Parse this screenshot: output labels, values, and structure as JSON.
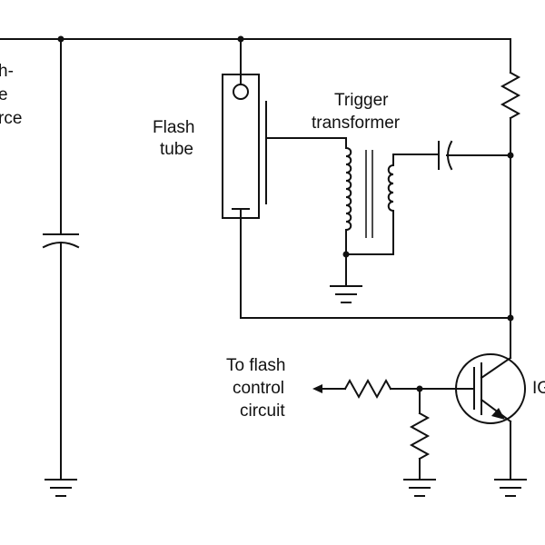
{
  "diagram": {
    "labels": {
      "source_line1": "h-",
      "source_line2": "e",
      "source_line3": "rce",
      "flash_tube_line1": "Flash",
      "flash_tube_line2": "tube",
      "trigger_line1": "Trigger",
      "trigger_line2": "transformer",
      "control_line1": "To flash",
      "control_line2": "control",
      "control_line3": "circuit",
      "transistor_partial": "IG"
    }
  }
}
